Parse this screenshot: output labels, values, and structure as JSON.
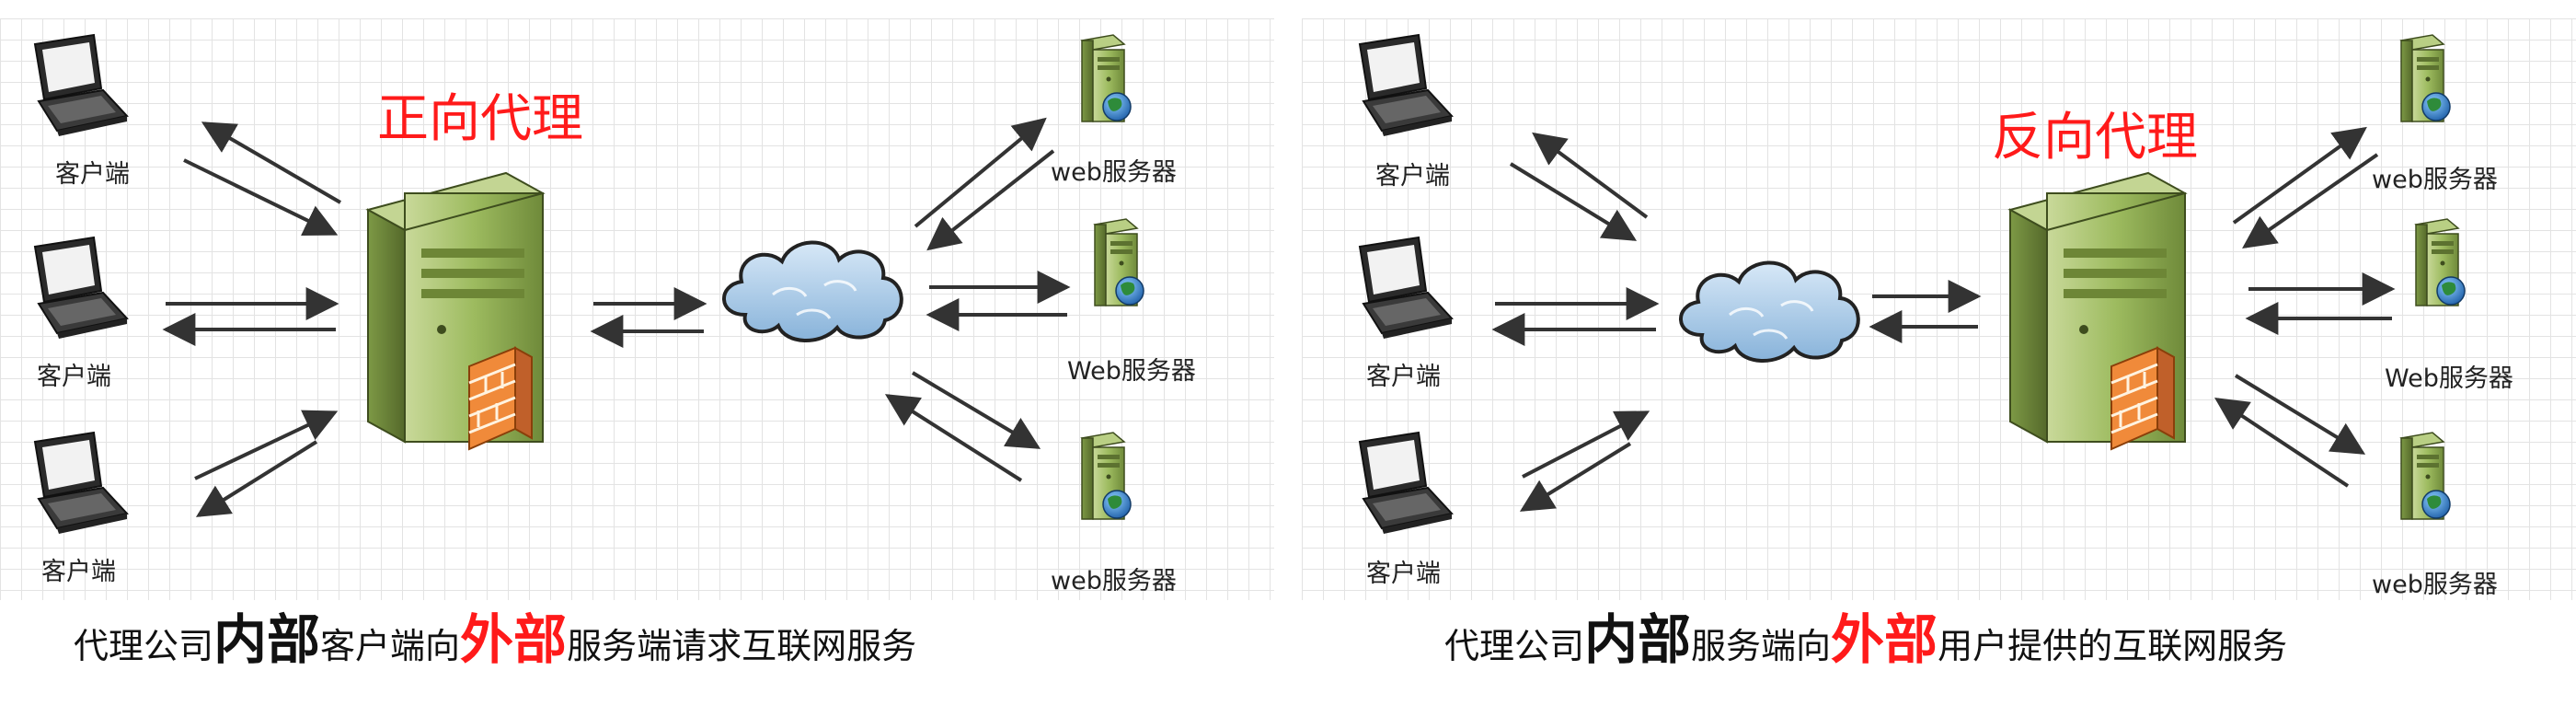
{
  "forward": {
    "title": "正向代理",
    "clients": [
      "客户端",
      "客户端",
      "客户端"
    ],
    "servers": [
      "web服务器",
      "Web服务器",
      "web服务器"
    ],
    "caption": {
      "part1": "代理公司",
      "part2": "内部",
      "part3": "客户端向",
      "part4": "外部",
      "part5": "服务端请求互联网服务"
    }
  },
  "reverse": {
    "title": "反向代理",
    "clients": [
      "客户端",
      "客户端",
      "客户端"
    ],
    "servers": [
      "web服务器",
      "Web服务器",
      "web服务器"
    ],
    "caption": {
      "part1": "代理公司",
      "part2": "内部",
      "part3": "服务端向",
      "part4": "外部",
      "part5": "用户提供的互联网服务"
    }
  },
  "colors": {
    "title": "#ff1a1a",
    "server_body": "#8faa56",
    "cloud": "#a9cbe8",
    "arrow": "#333333"
  },
  "icons": [
    "laptop-icon",
    "proxy-server-icon",
    "firewall-icon",
    "cloud-icon",
    "web-server-icon",
    "globe-icon"
  ]
}
